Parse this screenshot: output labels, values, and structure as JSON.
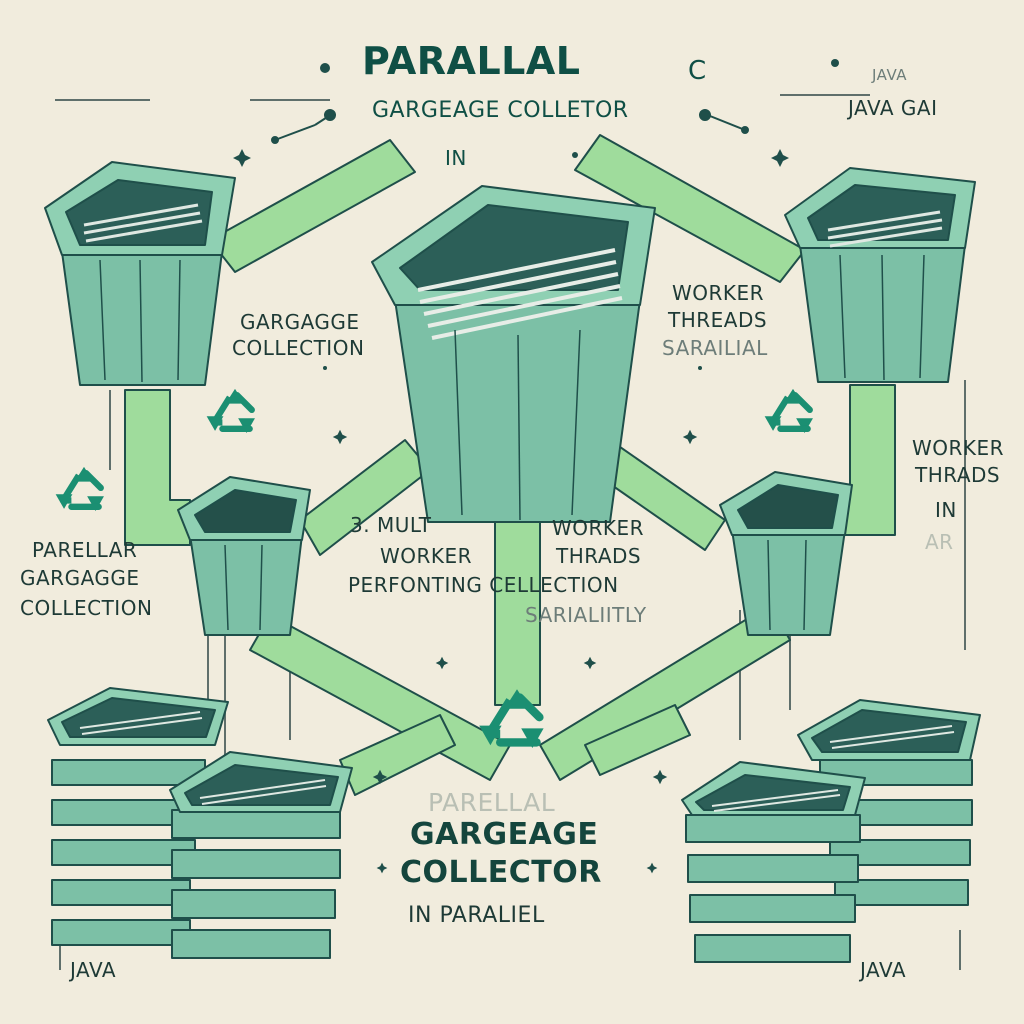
{
  "header": {
    "title": "PARALLAL",
    "title_fragment": "C",
    "subtitle": "GARGEAGE COLLETOR",
    "subtitle_suffix": "IN"
  },
  "corner_top_right": {
    "faded": "JAVA",
    "label": "JAVA GAI"
  },
  "left_labels": {
    "gc_line1": "GARGAGGE",
    "gc_line2": "COLLECTION",
    "parallel_line1": "PARELLAR",
    "parallel_line2": "GARGAGGE",
    "parallel_line3": "COLLECTION"
  },
  "right_labels": {
    "workers_line1": "WORKER",
    "workers_line2": "THREADS",
    "workers_line3": "SARAILIAL",
    "threads_line1": "WORKER",
    "threads_line2": "THRADS",
    "threads_line3": "IN",
    "threads_line4": "AR"
  },
  "center_text": {
    "line1_left": "3. MULT",
    "line1_right": "WORKER",
    "line2_left": "WORKER",
    "line2_right": "THRADS",
    "line3": "PERFONTING CELLECTION",
    "line4": "SARIALIITLY"
  },
  "bottom_text": {
    "faded": "PARELLAL",
    "line1": "GARGEAGE",
    "line2": "COLLECTOR",
    "line3": "IN PARALIEL"
  },
  "footer": {
    "left": "JAVA",
    "right": "JAVA"
  },
  "colors": {
    "background": "#f1ecdd",
    "pipe": "#9fdc9c",
    "bin": "#7cc0a6",
    "bin_outline": "#1f4f4a",
    "recycle": "#1b8f72",
    "text": "#1e3a36"
  }
}
